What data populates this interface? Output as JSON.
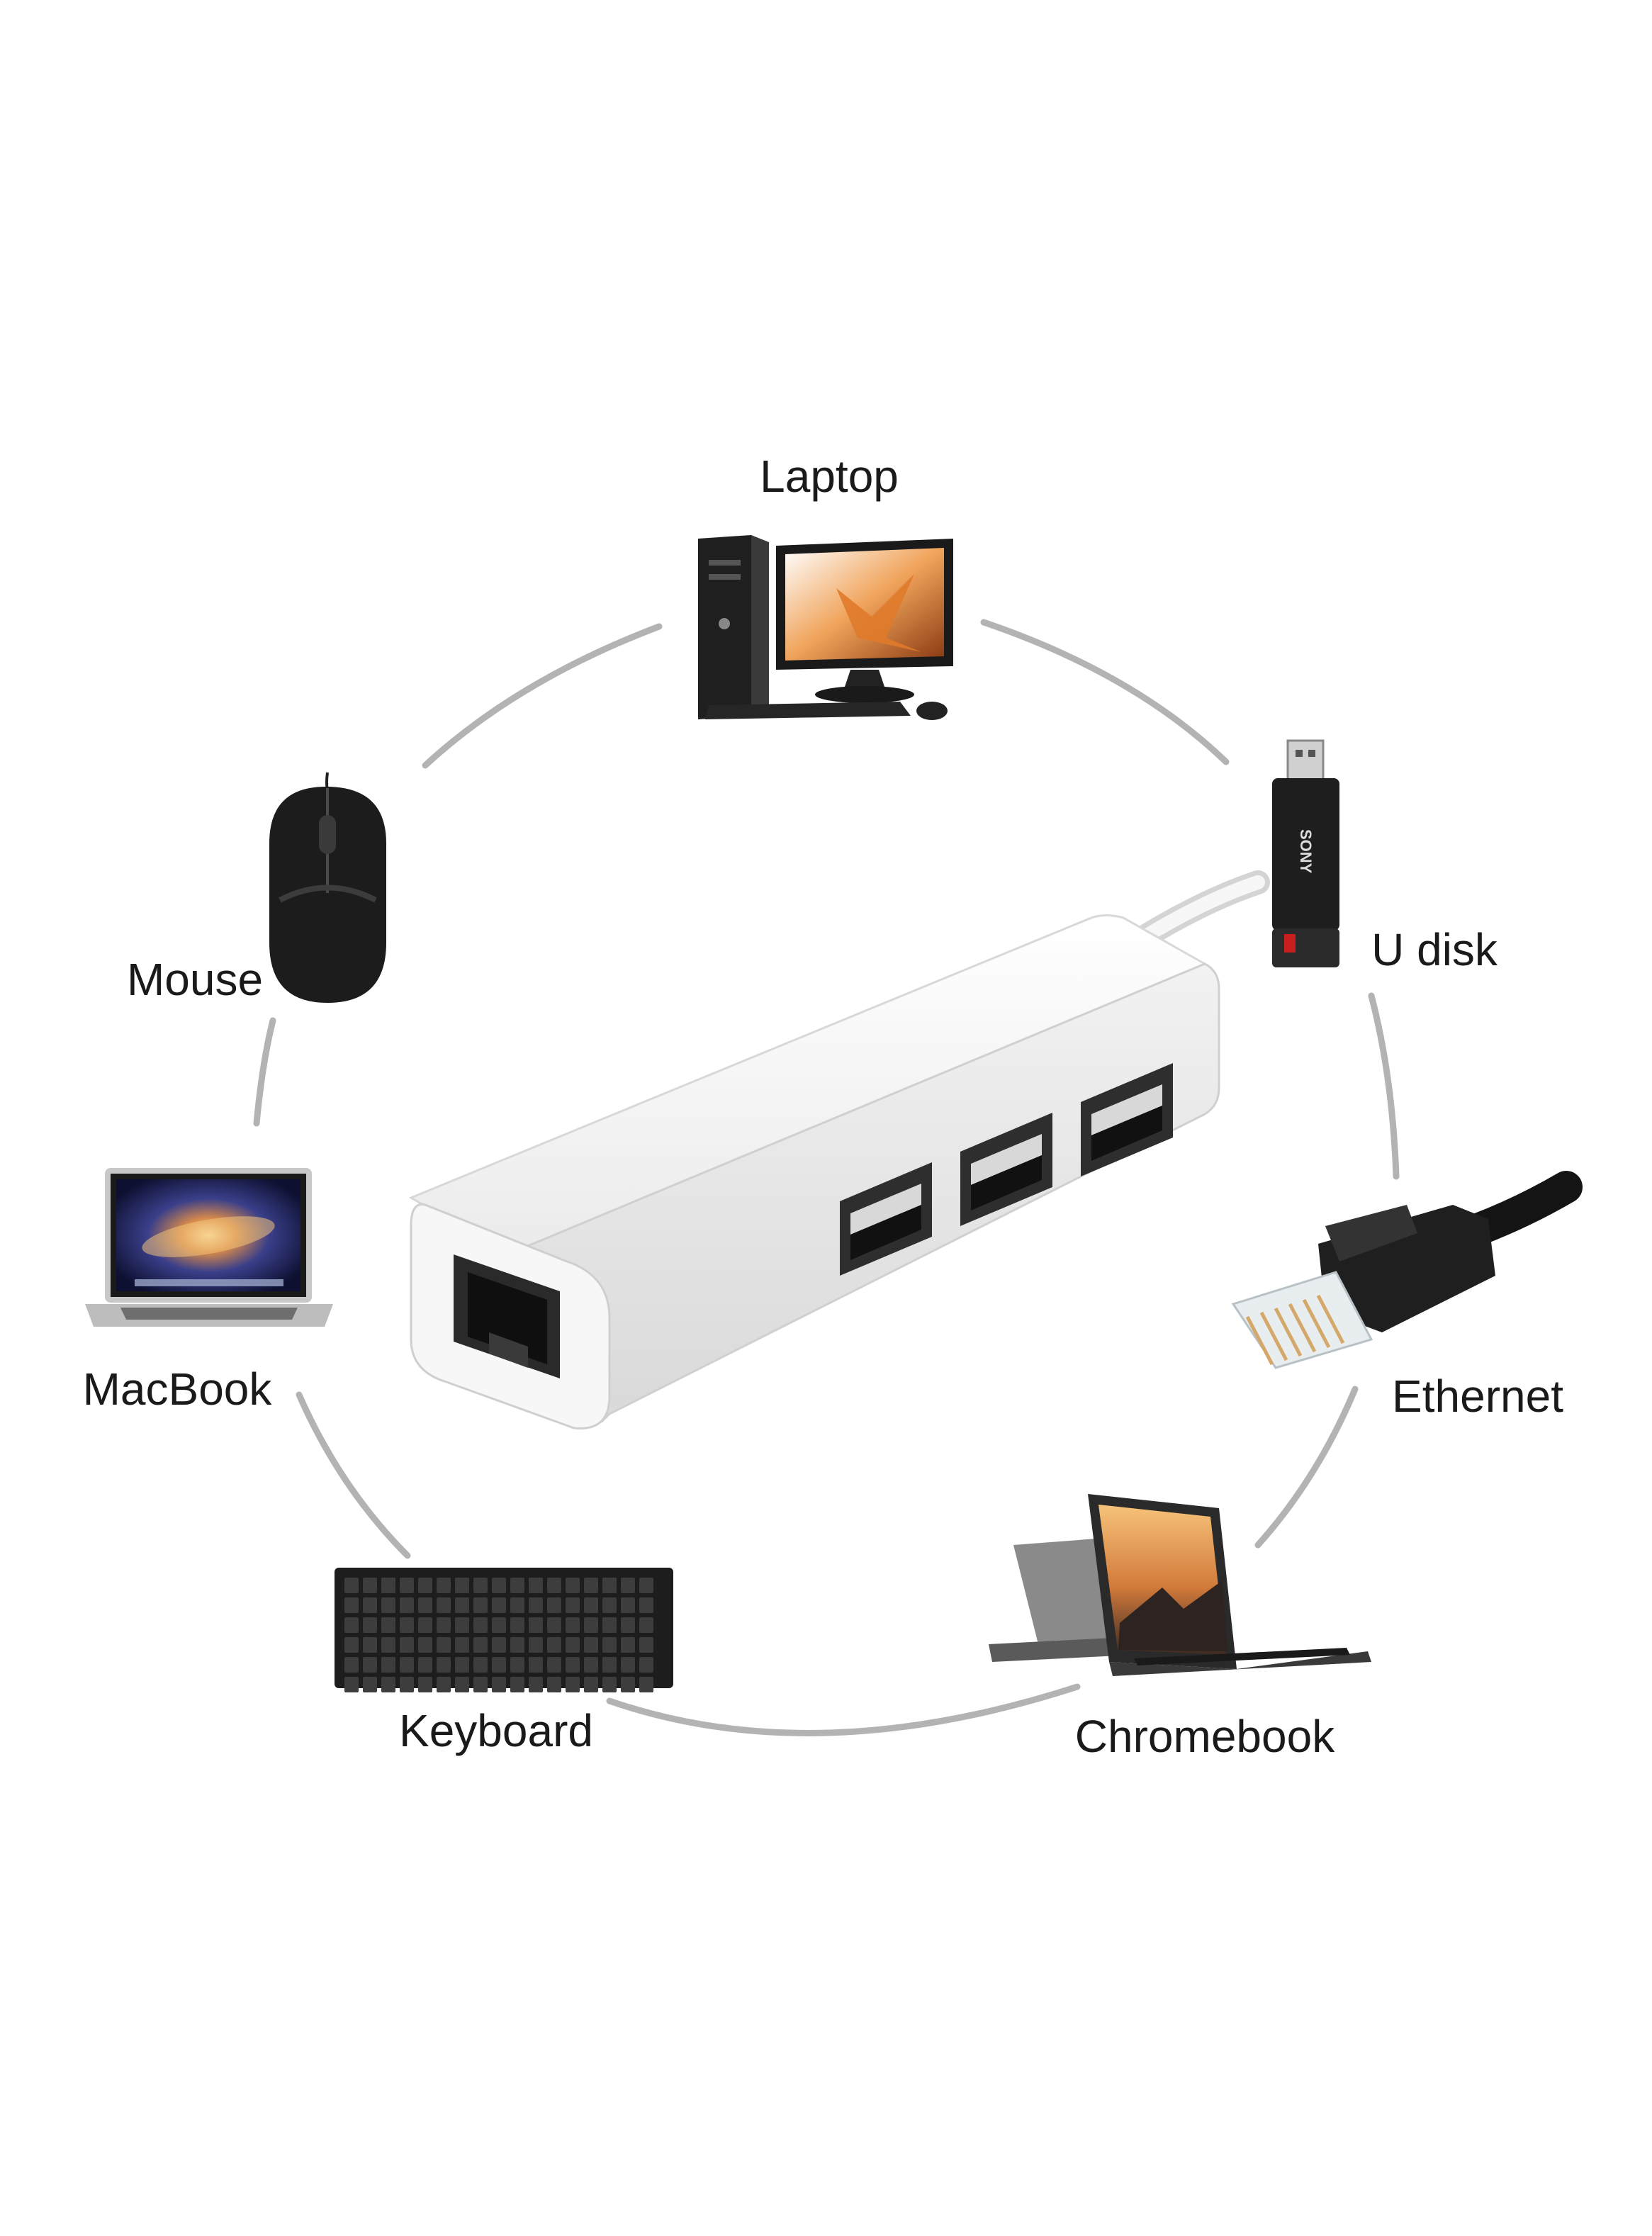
{
  "diagram": {
    "hub": {
      "ports": [
        "ethernet-port",
        "usb-port",
        "usb-port",
        "usb-port"
      ]
    },
    "devices": [
      {
        "id": "laptop",
        "label": "Laptop",
        "icon": "desktop-computer-icon"
      },
      {
        "id": "udisk",
        "label": "U disk",
        "icon": "usb-flash-drive-icon",
        "brand_text": "SONY"
      },
      {
        "id": "mouse",
        "label": "Mouse",
        "icon": "mouse-icon"
      },
      {
        "id": "macbook",
        "label": "MacBook",
        "icon": "macbook-icon"
      },
      {
        "id": "ethernet",
        "label": "Ethernet",
        "icon": "ethernet-cable-icon"
      },
      {
        "id": "keyboard",
        "label": "Keyboard",
        "icon": "keyboard-icon"
      },
      {
        "id": "chromebook",
        "label": "Chromebook",
        "icon": "chromebook-icon"
      }
    ],
    "colors": {
      "ring": "#b3b3b3",
      "hub_body": "#f4f4f4",
      "device_dark": "#1c1c1c",
      "text": "#1a1a1a"
    }
  }
}
